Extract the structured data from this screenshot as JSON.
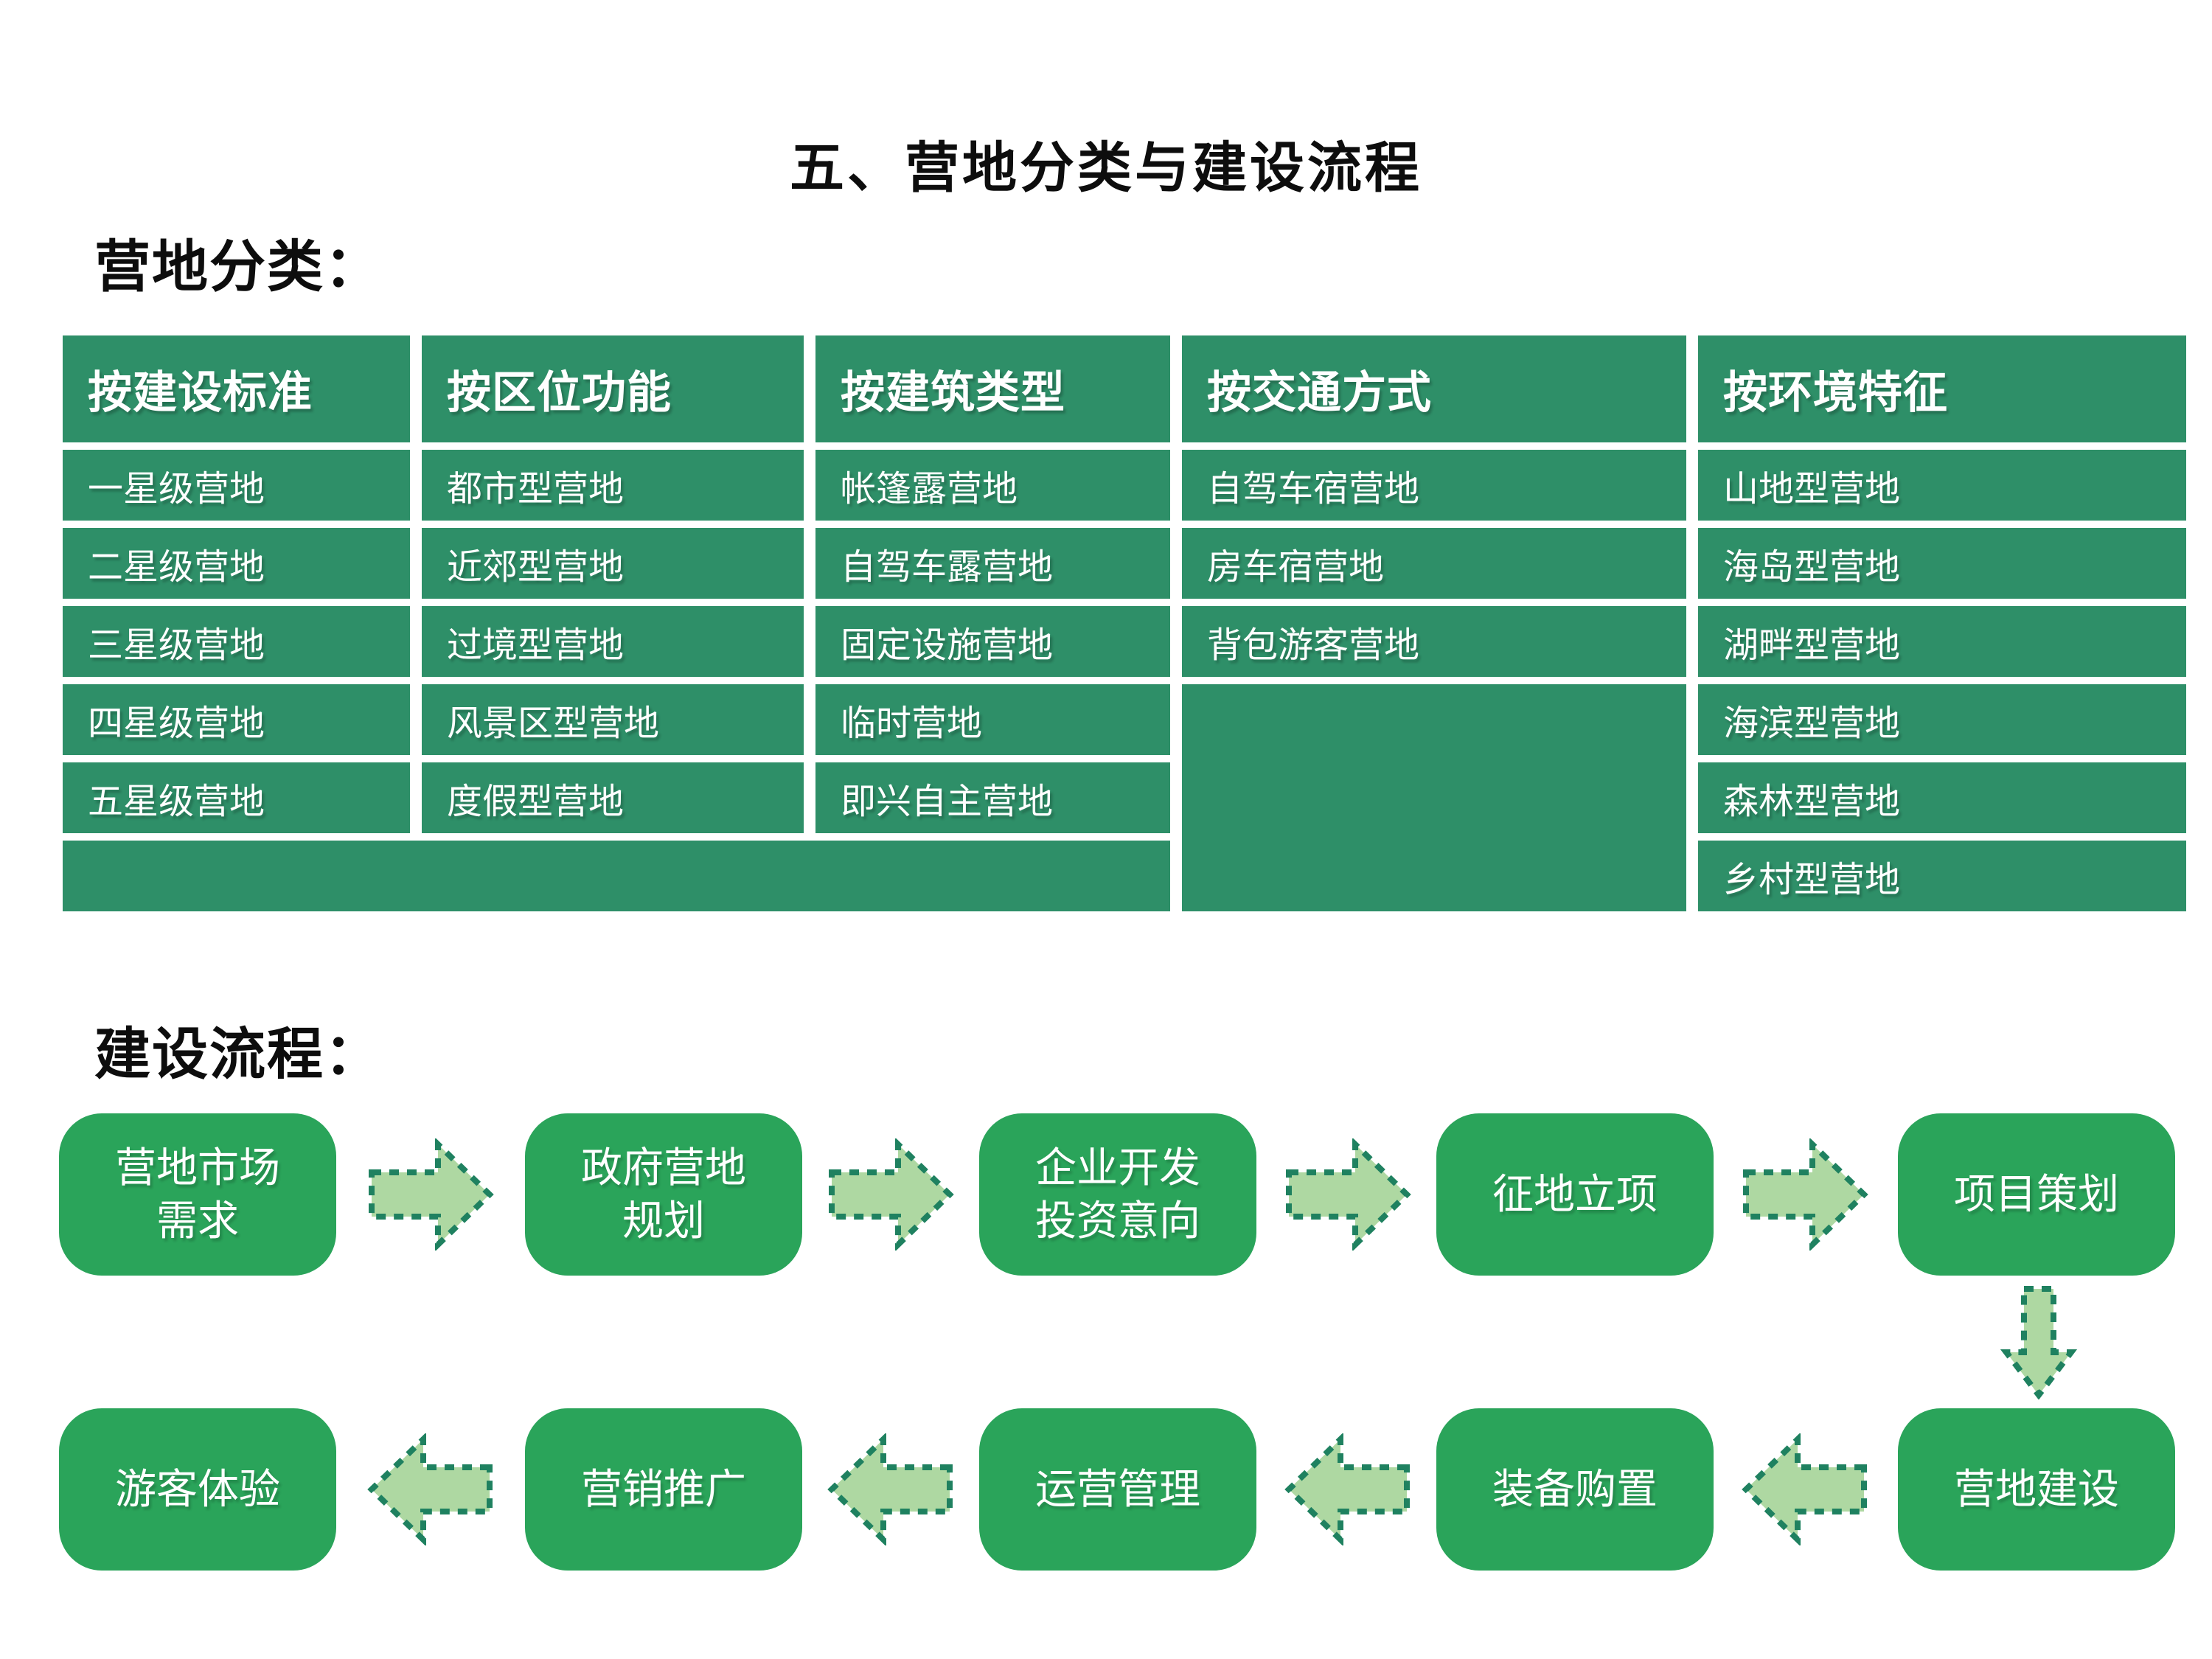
{
  "title": "五、营地分类与建设流程",
  "labels": {
    "classification": "营地分类：",
    "process": "建设流程："
  },
  "colors": {
    "table_green": "#2E8F68",
    "flow_box_green": "#2AA45A",
    "arrow_fill": "#AED8A2",
    "arrow_border": "#1F8160",
    "text_on_green": "#FFFFFF",
    "text_black": "#0D0D0D"
  },
  "table": {
    "headers": [
      "按建设标准",
      "按区位功能",
      "按建筑类型",
      "按交通方式",
      "按环境特征"
    ],
    "by_standard": [
      "一星级营地",
      "二星级营地",
      "三星级营地",
      "四星级营地",
      "五星级营地"
    ],
    "by_location": [
      "都市型营地",
      "近郊型营地",
      "过境型营地",
      "风景区型营地",
      "度假型营地"
    ],
    "by_building": [
      "帐篷露营地",
      "自驾车露营地",
      "固定设施营地",
      "临时营地",
      "即兴自主营地"
    ],
    "by_transport": [
      "自驾车宿营地",
      "房车宿营地",
      "背包游客营地"
    ],
    "by_environment": [
      "山地型营地",
      "海岛型营地",
      "湖畔型营地",
      "海滨型营地",
      "森林型营地",
      "乡村型营地"
    ]
  },
  "flow": {
    "top_row": [
      "营地市场\n需求",
      "政府营地\n规划",
      "企业开发\n投资意向",
      "征地立项",
      "项目策划"
    ],
    "bottom_row": [
      "游客体验",
      "营销推广",
      "运营管理",
      "装备购置",
      "营地建设"
    ]
  }
}
